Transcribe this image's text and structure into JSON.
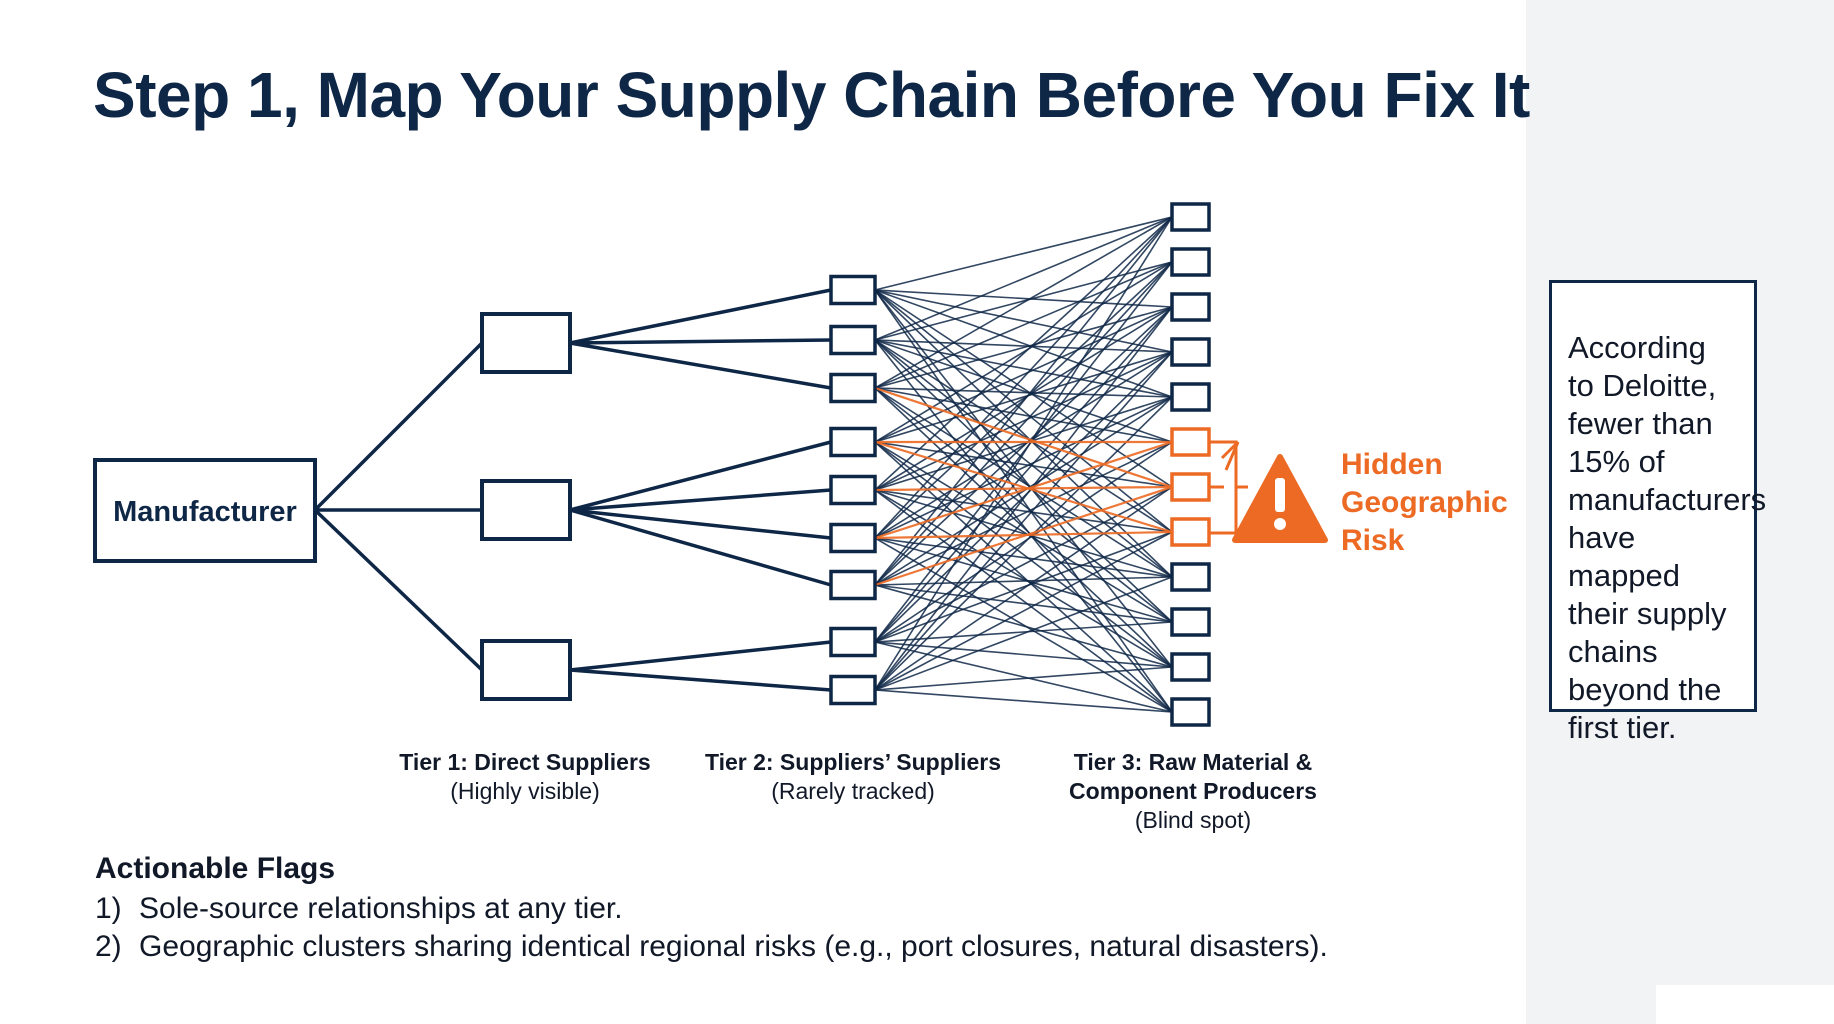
{
  "slide": {
    "title": "Step 1, Map Your Supply Chain Before You Fix It"
  },
  "diagram": {
    "manufacturer_label": "Manufacturer",
    "risk_label_lines": [
      "Hidden",
      "Geographic",
      "Risk"
    ],
    "risk_icon": "warning-triangle-icon",
    "tiers": [
      {
        "title": "Tier 1: Direct Suppliers",
        "subtitle": "(Highly visible)"
      },
      {
        "title": "Tier 2: Suppliers’ Suppliers",
        "subtitle": "(Rarely tracked)"
      },
      {
        "title_lines": [
          "Tier 3: Raw Material &",
          "Component Producers"
        ],
        "subtitle": "(Blind spot)"
      }
    ]
  },
  "callout": {
    "text": "According to Deloitte, fewer than 15% of manufacturers have mapped their supply chains beyond the first tier."
  },
  "flags": {
    "title": "Actionable Flags",
    "items": [
      {
        "num": "1)",
        "text": "Sole-source relationships at any tier."
      },
      {
        "num": "2)",
        "text": "Geographic clusters sharing identical regional risks (e.g., port closures, natural disasters)."
      }
    ]
  },
  "colors": {
    "navy": "#0f2747",
    "orange": "#ec6a23",
    "panel": "#f2f3f5"
  }
}
